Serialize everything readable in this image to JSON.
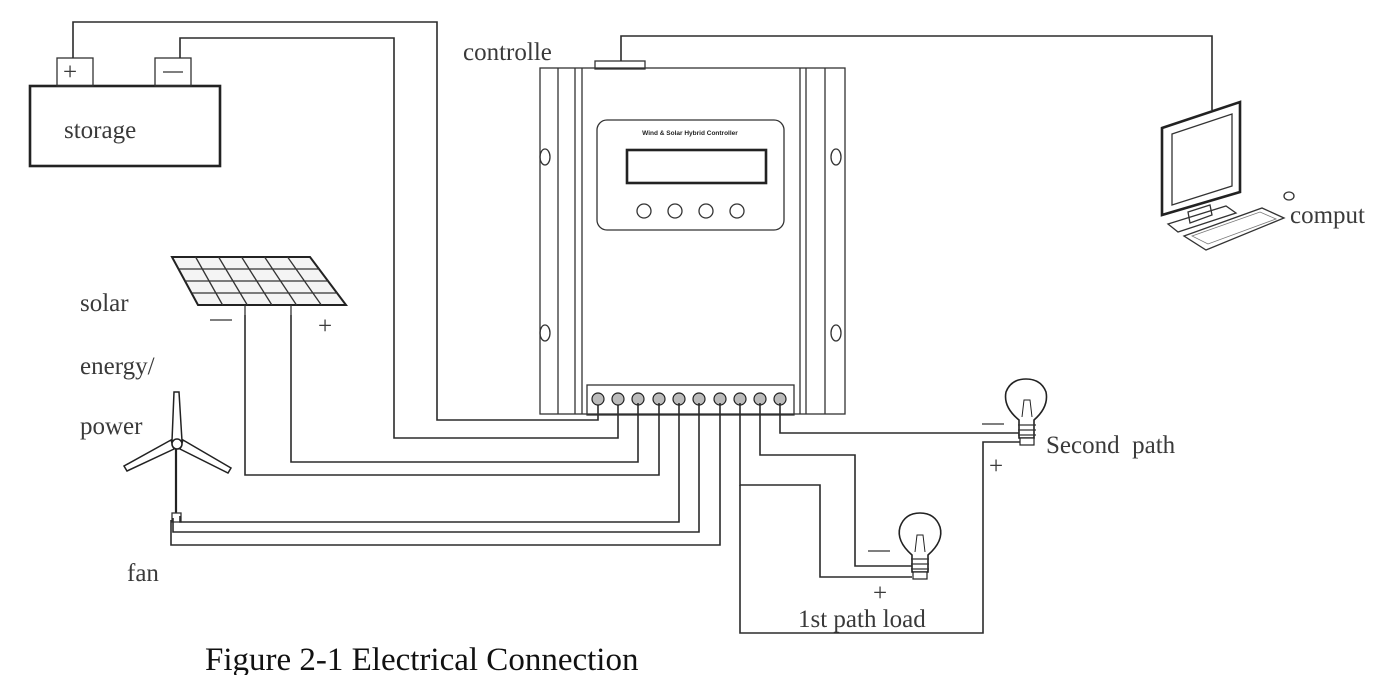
{
  "labels": {
    "storage": "storage",
    "controller": "controlle",
    "computer": "comput",
    "solar_line1": "solar",
    "solar_line2": "energy/",
    "solar_line3": "power",
    "fan": "fan",
    "second_path": "Second  path",
    "first_path": "1st path load",
    "panel_title": "Wind & Solar Hybrid Controller",
    "caption": "Figure 2-1 Electrical Connection"
  },
  "polarity": {
    "plus": "+",
    "minus": "—"
  }
}
